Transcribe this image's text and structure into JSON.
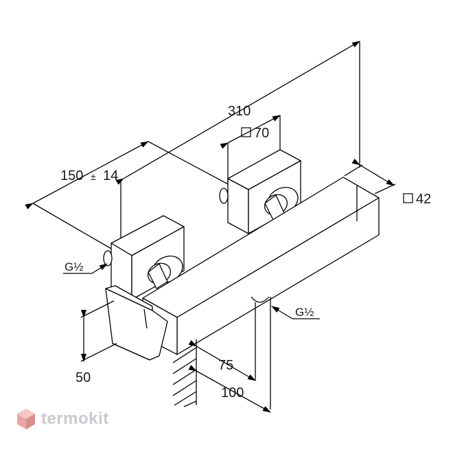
{
  "dimensions": {
    "overall_width": "310",
    "wall_spacing": "150",
    "wall_spacing_tolerance_sign": "±",
    "wall_spacing_tolerance": "14",
    "escutcheon_size": "70",
    "body_profile": "42",
    "spout_height": "50",
    "spout_projection": "75",
    "body_projection": "100"
  },
  "threads": {
    "inlet_left": "G½",
    "outlet_bottom": "G½"
  },
  "brand": {
    "name": "termokit",
    "logo_color": "#e8a7a5"
  }
}
